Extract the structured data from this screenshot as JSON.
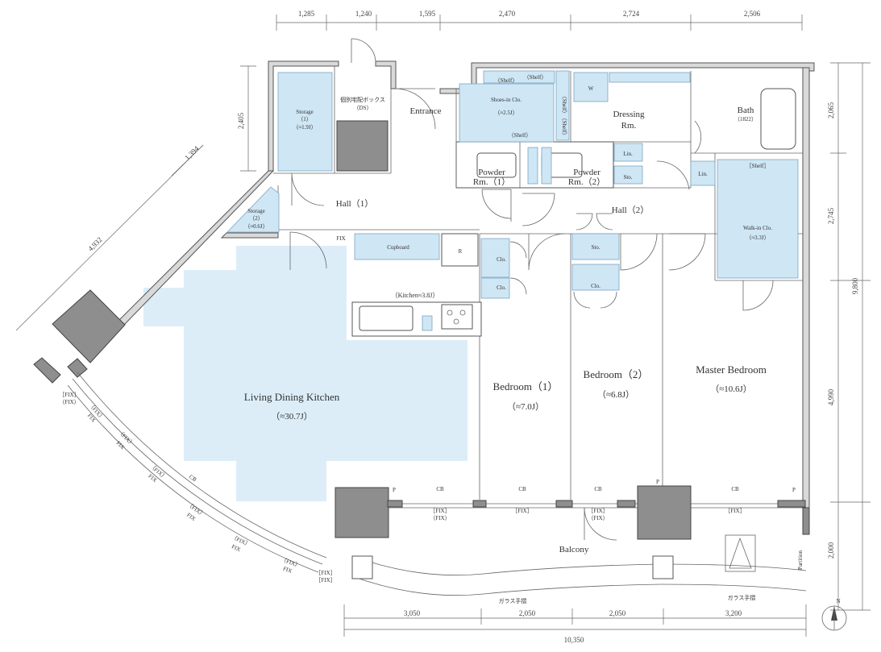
{
  "rooms": {
    "ldk": {
      "name": "Living Dining Kitchen",
      "size": "（≈30.7J）"
    },
    "kitchen": "（Kitchen≈3.8J）",
    "bed1": {
      "name": "Bedroom（1）",
      "size": "（≈7.0J）"
    },
    "bed2": {
      "name": "Bedroom（2）",
      "size": "（≈6.8J）"
    },
    "master": {
      "name": "Master Bedroom",
      "size": "（≈10.6J）"
    },
    "balcony": "Balcony",
    "entrance": "Entrance",
    "hall1": "Hall（1）",
    "hall2": "Hall（2）",
    "dressing": "Dressing",
    "dressing2": "Rm.",
    "bath": "Bath",
    "bath_size": "（1822）",
    "powder1a": "Powder",
    "powder1b": "Rm.（1）",
    "powder2a": "Powder",
    "powder2b": "Rm.（2）",
    "storage1": {
      "name": "Storage",
      "num": "（1）",
      "size": "（≈1.9J）"
    },
    "storage2": {
      "name": "Storage",
      "num": "（2）",
      "size": "（≈0.6J）"
    },
    "shoes": {
      "name": "Shoes-in Clo.",
      "size": "（≈2.5J）"
    },
    "walkin": {
      "name": "Walk-in Clo.",
      "size": "（≈3.3J）"
    },
    "delivery": "個別宅配ボックス",
    "ds": "（DS）"
  },
  "labels": {
    "shelf_paren": "〈Shelf〉",
    "shelf_paren2": "（Shelf）",
    "shelf_bracket": "［Shelf］",
    "w": "W",
    "lin": "Lin.",
    "sto": "Sto.",
    "clo": "Clo.",
    "cupboard": "Cupboard",
    "r": "R",
    "fix": "FIX",
    "fix_b": "［FIX］",
    "fix_p": "（FIX）",
    "cb": "CB",
    "p": "P",
    "partition": "Partition",
    "glass": "ガラス手摺",
    "north": "N"
  },
  "dims_top": [
    "1,285",
    "1,240",
    "1,595",
    "2,470",
    "2,724",
    "2,506"
  ],
  "dims_bottom": [
    "3,050",
    "2,050",
    "2,050",
    "3,200"
  ],
  "dim_total_bottom": "10,350",
  "dims_right": [
    "2,065",
    "2,745",
    "4,990",
    "2,000"
  ],
  "dim_total_right": "9,800",
  "dim_left": "2,405",
  "dims_diag": [
    "1,394",
    "4,932"
  ]
}
